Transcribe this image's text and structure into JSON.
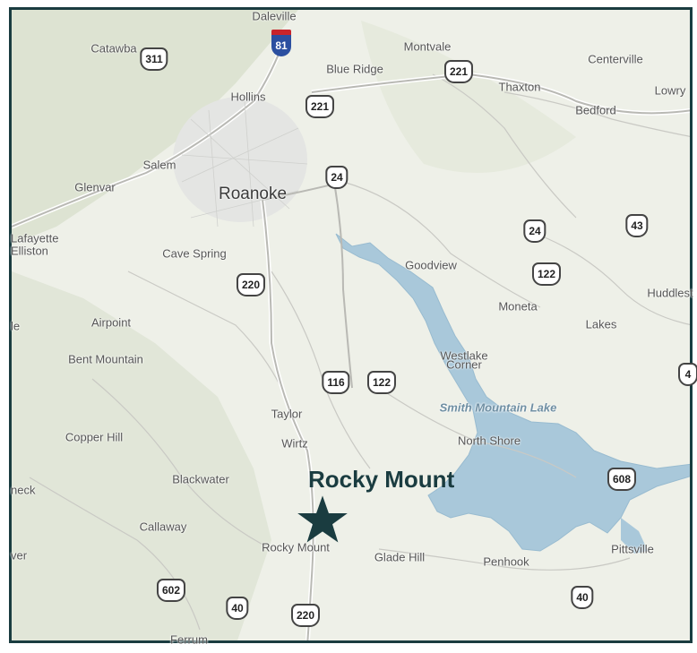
{
  "map": {
    "highlight": {
      "label": "Rocky Mount",
      "color": "#1a3c40",
      "marker": "star-icon"
    },
    "places": [
      {
        "name": "Daleville",
        "kind": "town"
      },
      {
        "name": "Catawba",
        "kind": "town"
      },
      {
        "name": "Montvale",
        "kind": "town"
      },
      {
        "name": "Centerville",
        "kind": "town"
      },
      {
        "name": "Lowry",
        "kind": "town"
      },
      {
        "name": "Blue Ridge",
        "kind": "town"
      },
      {
        "name": "Thaxton",
        "kind": "town"
      },
      {
        "name": "Bedford",
        "kind": "town"
      },
      {
        "name": "Hollins",
        "kind": "town"
      },
      {
        "name": "Salem",
        "kind": "town"
      },
      {
        "name": "Glenvar",
        "kind": "town"
      },
      {
        "name": "Roanoke",
        "kind": "city"
      },
      {
        "name": "Lafayette",
        "kind": "town"
      },
      {
        "name": "Elliston",
        "kind": "town"
      },
      {
        "name": "Cave Spring",
        "kind": "town"
      },
      {
        "name": "Goodview",
        "kind": "town"
      },
      {
        "name": "Moneta",
        "kind": "town"
      },
      {
        "name": "Huddlest",
        "kind": "town"
      },
      {
        "name": "Lakes",
        "kind": "town"
      },
      {
        "name": "Airpoint",
        "kind": "town"
      },
      {
        "name": "Bent Mountain",
        "kind": "town"
      },
      {
        "name": "Westlake",
        "kind": "town"
      },
      {
        "name": "Corner",
        "kind": "town"
      },
      {
        "name": "Smith Mountain Lake",
        "kind": "lake"
      },
      {
        "name": "Taylor",
        "kind": "town"
      },
      {
        "name": "Copper Hill",
        "kind": "town"
      },
      {
        "name": "Wirtz",
        "kind": "town"
      },
      {
        "name": "North Shore",
        "kind": "town"
      },
      {
        "name": "Blackwater",
        "kind": "town"
      },
      {
        "name": "neck",
        "kind": "town"
      },
      {
        "name": "Callaway",
        "kind": "town"
      },
      {
        "name": "Rocky Mount",
        "kind": "town"
      },
      {
        "name": "Glade Hill",
        "kind": "town"
      },
      {
        "name": "Penhook",
        "kind": "town"
      },
      {
        "name": "Pittsville",
        "kind": "town"
      },
      {
        "name": "ver",
        "kind": "town"
      },
      {
        "name": "Ferrum",
        "kind": "town"
      },
      {
        "name": "le",
        "kind": "town"
      }
    ],
    "shields": [
      {
        "number": "81",
        "type": "interstate"
      },
      {
        "number": "311",
        "type": "route"
      },
      {
        "number": "221",
        "type": "route"
      },
      {
        "number": "221",
        "type": "route"
      },
      {
        "number": "24",
        "type": "route"
      },
      {
        "number": "24",
        "type": "route"
      },
      {
        "number": "43",
        "type": "route"
      },
      {
        "number": "122",
        "type": "route"
      },
      {
        "number": "220",
        "type": "route"
      },
      {
        "number": "116",
        "type": "route"
      },
      {
        "number": "122",
        "type": "route"
      },
      {
        "number": "4",
        "type": "route"
      },
      {
        "number": "608",
        "type": "route"
      },
      {
        "number": "602",
        "type": "route"
      },
      {
        "number": "40",
        "type": "route"
      },
      {
        "number": "220",
        "type": "route"
      },
      {
        "number": "40",
        "type": "route"
      }
    ]
  }
}
